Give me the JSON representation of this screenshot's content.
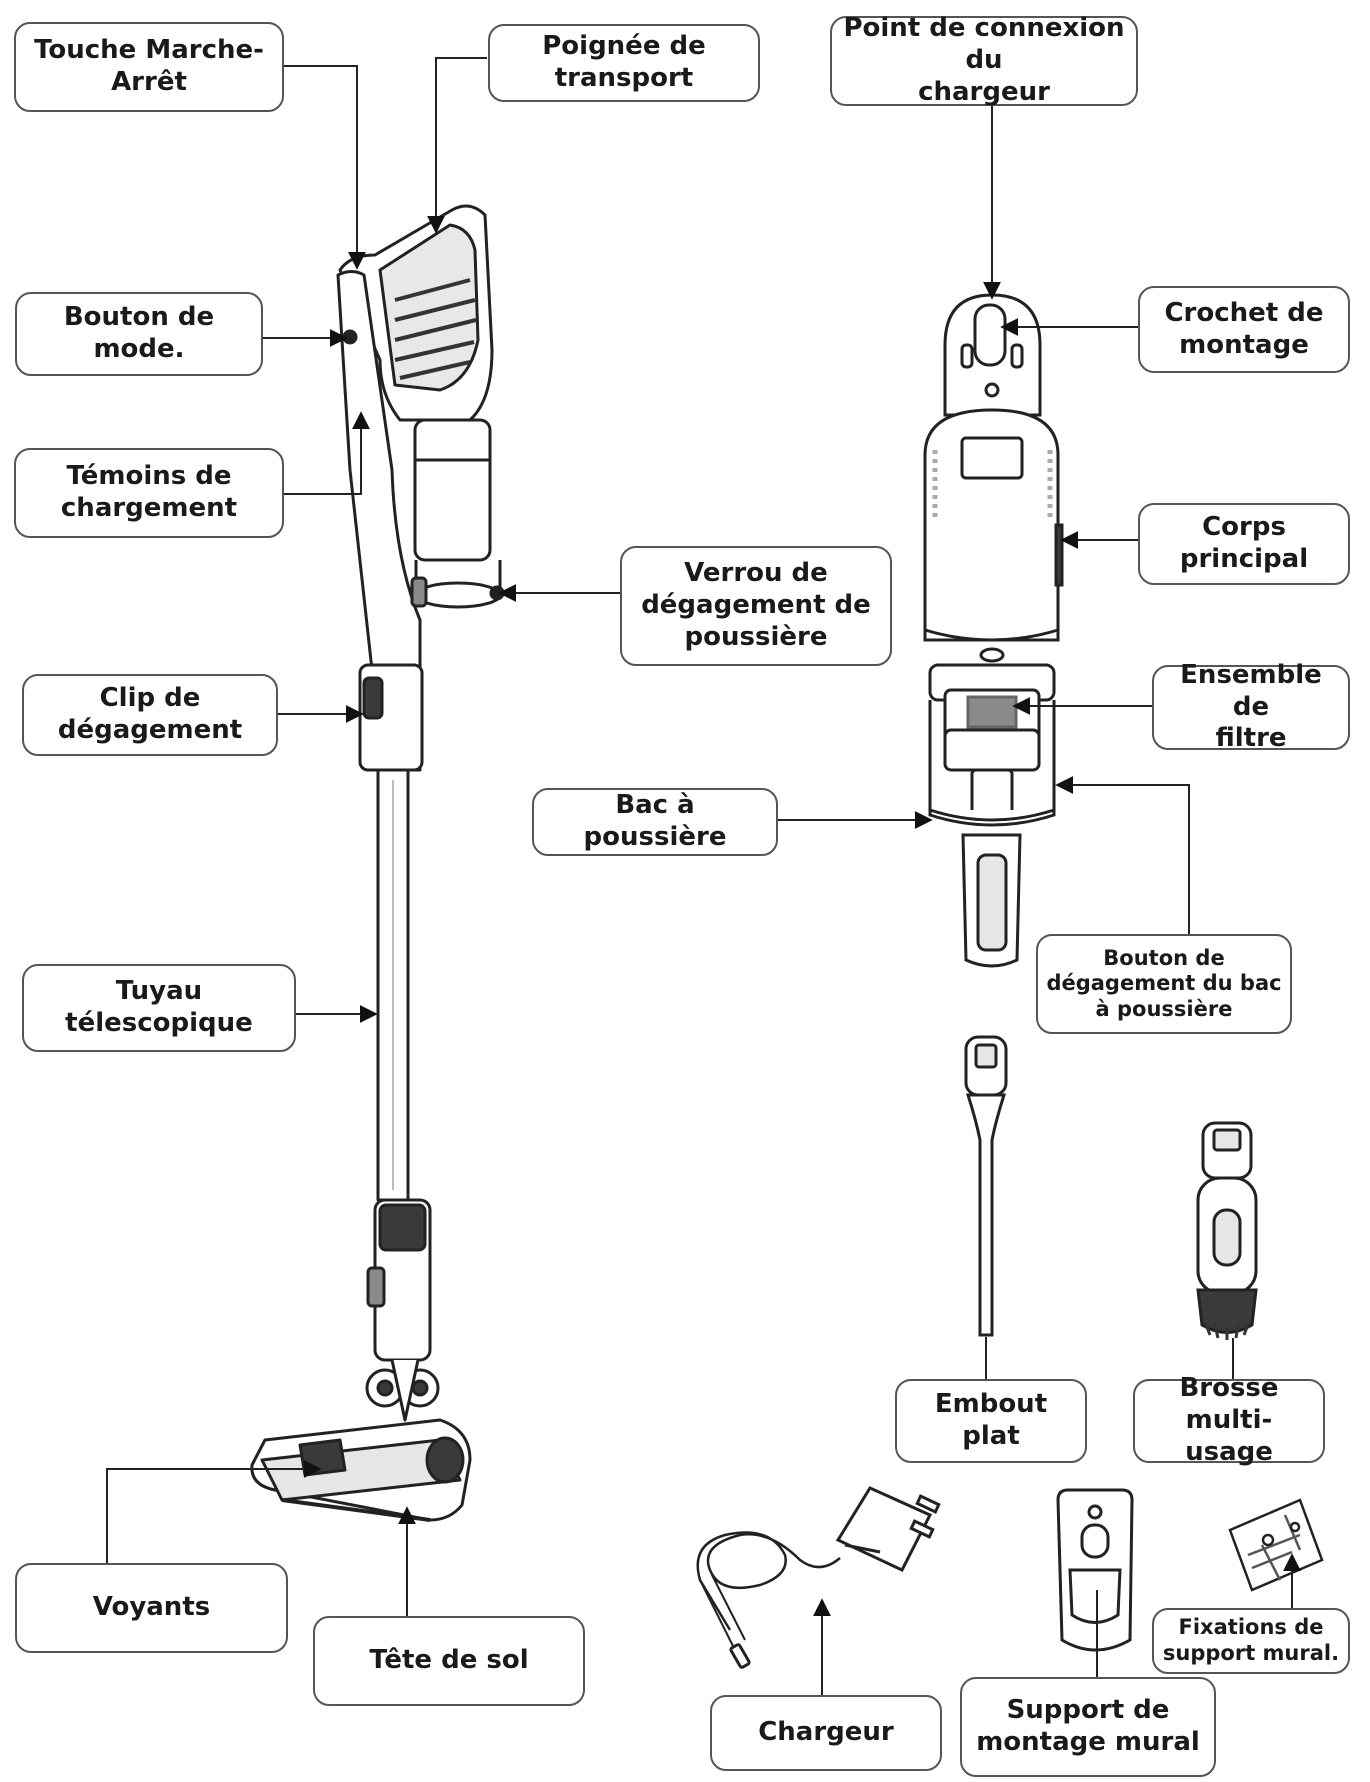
{
  "labels": {
    "power": "Touche Marche-\nArrêt",
    "handle": "Poignée de\ntransport",
    "charger_point": "Point de connexion du\nchargeur",
    "mode": "Bouton de mode.",
    "mount_hook": "Crochet de\nmontage",
    "charge_lights": "Témoins de\nchargement",
    "main_body": "Corps principal",
    "dust_lock": "Verrou de\ndégagement de\npoussière",
    "release_clip": "Clip de\ndégagement",
    "filter": "Ensemble de\nfiltre",
    "dust_bin": "Bac à poussière",
    "bin_release": "Bouton de\ndégagement du bac\nà poussière",
    "tube": "Tuyau télescopique",
    "crevice": "Embout plat",
    "brush": "Brosse\nmulti-usage",
    "leds": "Voyants",
    "floor_head": "Tête de sol",
    "wall_fixings": "Fixations de\nsupport mural.",
    "charger": "Chargeur",
    "wall_mount": "Support de\nmontage mural"
  },
  "colors": {
    "line": "#222222",
    "border": "#555555",
    "fill_dark": "#3a3a3a",
    "fill_mid": "#8a8a8a",
    "fill_light": "#e6e6e6"
  }
}
